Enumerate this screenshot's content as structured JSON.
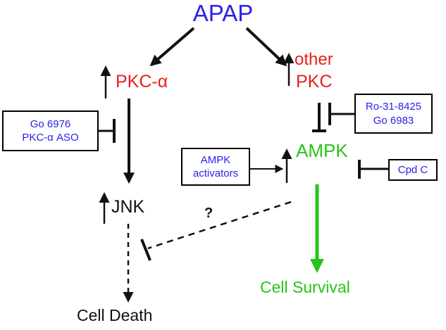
{
  "nodes": {
    "apap": "APAP",
    "pkc_alpha": "PKC-α",
    "other_label": "other",
    "pkc_other": "PKC",
    "ampk": "AMPK",
    "jnk": "JNK",
    "cell_death": "Cell Death",
    "cell_survival": "Cell Survival",
    "question": "?"
  },
  "boxes": {
    "go_inhibitors": [
      "Go 6976",
      "PKC-α ASO"
    ],
    "ro_inhibitors": [
      "Ro-31-8425",
      "Go 6983"
    ],
    "ampk_activators": [
      "AMPK",
      "activators"
    ],
    "cpd_c": "Cpd C"
  },
  "colors": {
    "blue": "#2b22e6",
    "red": "#e8201c",
    "green": "#27c419",
    "black": "#111111"
  }
}
